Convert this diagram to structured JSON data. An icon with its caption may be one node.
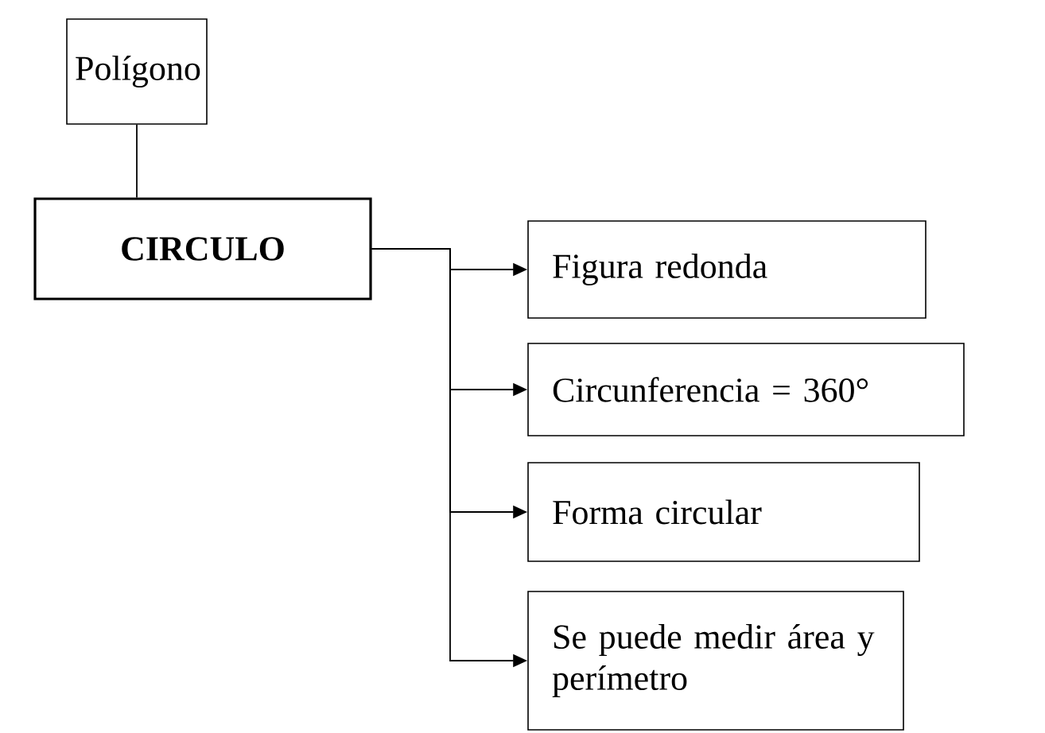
{
  "diagram": {
    "nodes": [
      {
        "text": [
          "Polígono"
        ]
      },
      {
        "text": [
          "**CIRCULO**"
        ]
      },
      {
        "text": [
          "Figura redonda"
        ]
      },
      {
        "text": [
          "Circunferencia = 360°"
        ]
      },
      {
        "text": [
          "Forma circular"
        ]
      },
      {
        "text": [
          "Se puede medir área y perímetro"
        ]
      }
    ],
    "edges": [
      {
        "from": 0,
        "to": 1,
        "arrow": "none"
      },
      {
        "from": 1,
        "to": 2,
        "arrow": "to"
      },
      {
        "from": 1,
        "to": 3,
        "arrow": "to"
      },
      {
        "from": 1,
        "to": 4,
        "arrow": "to"
      },
      {
        "from": 1,
        "to": 5,
        "arrow": "to"
      }
    ]
  }
}
